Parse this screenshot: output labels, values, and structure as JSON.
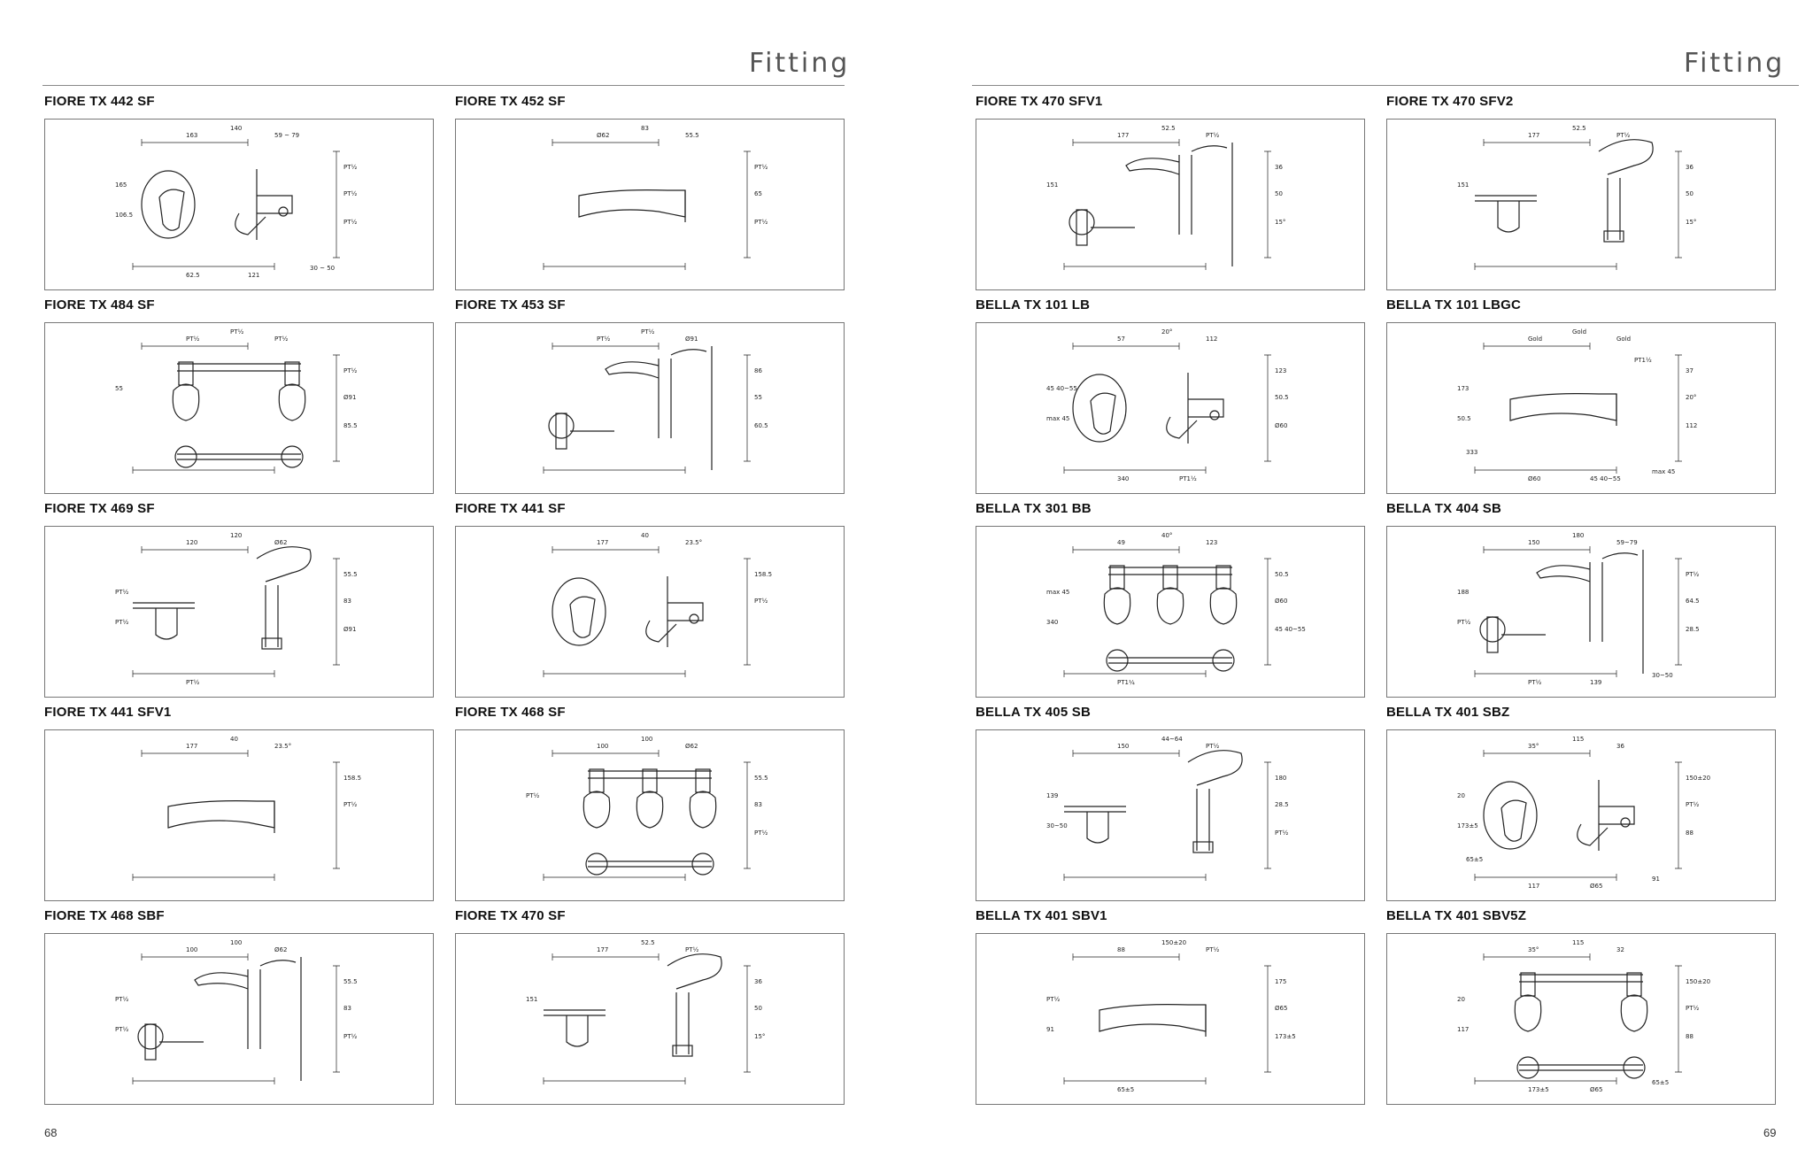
{
  "left_page": {
    "header": "Fitting",
    "page_number": "68",
    "products": [
      {
        "name": "FIORE TX 442 SF",
        "dims": [
          "163",
          "140",
          "59 ~ 79",
          "PT½",
          "PT½",
          "PT½",
          "165",
          "106.5",
          "62.5",
          "121",
          "30 ~ 50"
        ]
      },
      {
        "name": "FIORE TX 452 SF",
        "dims": [
          "Ø62",
          "83",
          "55.5",
          "PT½",
          "65",
          "PT½"
        ]
      },
      {
        "name": "FIORE TX 484 SF",
        "dims": [
          "PT½",
          "PT½",
          "PT½",
          "PT½",
          "Ø91",
          "85.5",
          "55"
        ]
      },
      {
        "name": "FIORE TX 453 SF",
        "dims": [
          "PT½",
          "PT½",
          "Ø91",
          "86",
          "55",
          "60.5"
        ]
      },
      {
        "name": "FIORE TX 469 SF",
        "dims": [
          "120",
          "120",
          "Ø62",
          "55.5",
          "83",
          "Ø91",
          "PT½",
          "PT½",
          "PT½"
        ]
      },
      {
        "name": "FIORE TX 441 SF",
        "dims": [
          "177",
          "40",
          "23.5°",
          "158.5",
          "PT½"
        ]
      },
      {
        "name": "FIORE TX 441 SFV1",
        "dims": [
          "177",
          "40",
          "23.5°",
          "158.5",
          "PT½"
        ]
      },
      {
        "name": "FIORE TX 468 SF",
        "dims": [
          "100",
          "100",
          "Ø62",
          "55.5",
          "83",
          "PT½",
          "PT½"
        ]
      },
      {
        "name": "FIORE TX 468 SBF",
        "dims": [
          "100",
          "100",
          "Ø62",
          "55.5",
          "83",
          "PT½",
          "PT½",
          "PT½"
        ]
      },
      {
        "name": "FIORE TX 470 SF",
        "dims": [
          "177",
          "52.5",
          "PT½",
          "36",
          "50",
          "15°",
          "151"
        ]
      }
    ]
  },
  "right_page": {
    "header": "Fitting",
    "page_number": "69",
    "products": [
      {
        "name": "FIORE TX 470 SFV1",
        "dims": [
          "177",
          "52.5",
          "PT½",
          "36",
          "50",
          "15°",
          "151"
        ]
      },
      {
        "name": "FIORE TX 470 SFV2",
        "dims": [
          "177",
          "52.5",
          "PT½",
          "36",
          "50",
          "15°",
          "151"
        ]
      },
      {
        "name": "BELLA TX 101 LB",
        "dims": [
          "57",
          "20°",
          "112",
          "123",
          "50.5",
          "Ø60",
          "45 40~55",
          "max 45",
          "340",
          "PT1½"
        ]
      },
      {
        "name": "BELLA TX 101 LBGC",
        "dims": [
          "Gold",
          "Gold",
          "Gold",
          "37",
          "20°",
          "112",
          "173",
          "50.5",
          "Ø60",
          "45 40~55",
          "max 45",
          "333",
          "PT1½"
        ]
      },
      {
        "name": "BELLA TX 301 BB",
        "dims": [
          "49",
          "40°",
          "123",
          "50.5",
          "Ø60",
          "45 40~55",
          "max 45",
          "340",
          "PT1¼"
        ]
      },
      {
        "name": "BELLA TX 404 SB",
        "dims": [
          "150",
          "180",
          "59~79",
          "PT½",
          "64.5",
          "28.5",
          "188",
          "PT½",
          "PT½",
          "139",
          "30~50"
        ]
      },
      {
        "name": "BELLA TX 405 SB",
        "dims": [
          "150",
          "44~64",
          "PT½",
          "180",
          "28.5",
          "PT½",
          "139",
          "30~50"
        ]
      },
      {
        "name": "BELLA TX 401 SBZ",
        "dims": [
          "35°",
          "115",
          "36",
          "150±20",
          "PT½",
          "88",
          "20",
          "173±5",
          "117",
          "Ø65",
          "91",
          "65±5"
        ]
      },
      {
        "name": "BELLA TX 401 SBV1",
        "dims": [
          "88",
          "150±20",
          "PT½",
          "175",
          "Ø65",
          "173±5",
          "PT½",
          "91",
          "65±5"
        ]
      },
      {
        "name": "BELLA TX 401 SBV5Z",
        "dims": [
          "35°",
          "115",
          "32",
          "150±20",
          "PT½",
          "88",
          "20",
          "117",
          "173±5",
          "Ø65",
          "65±5"
        ]
      }
    ]
  }
}
